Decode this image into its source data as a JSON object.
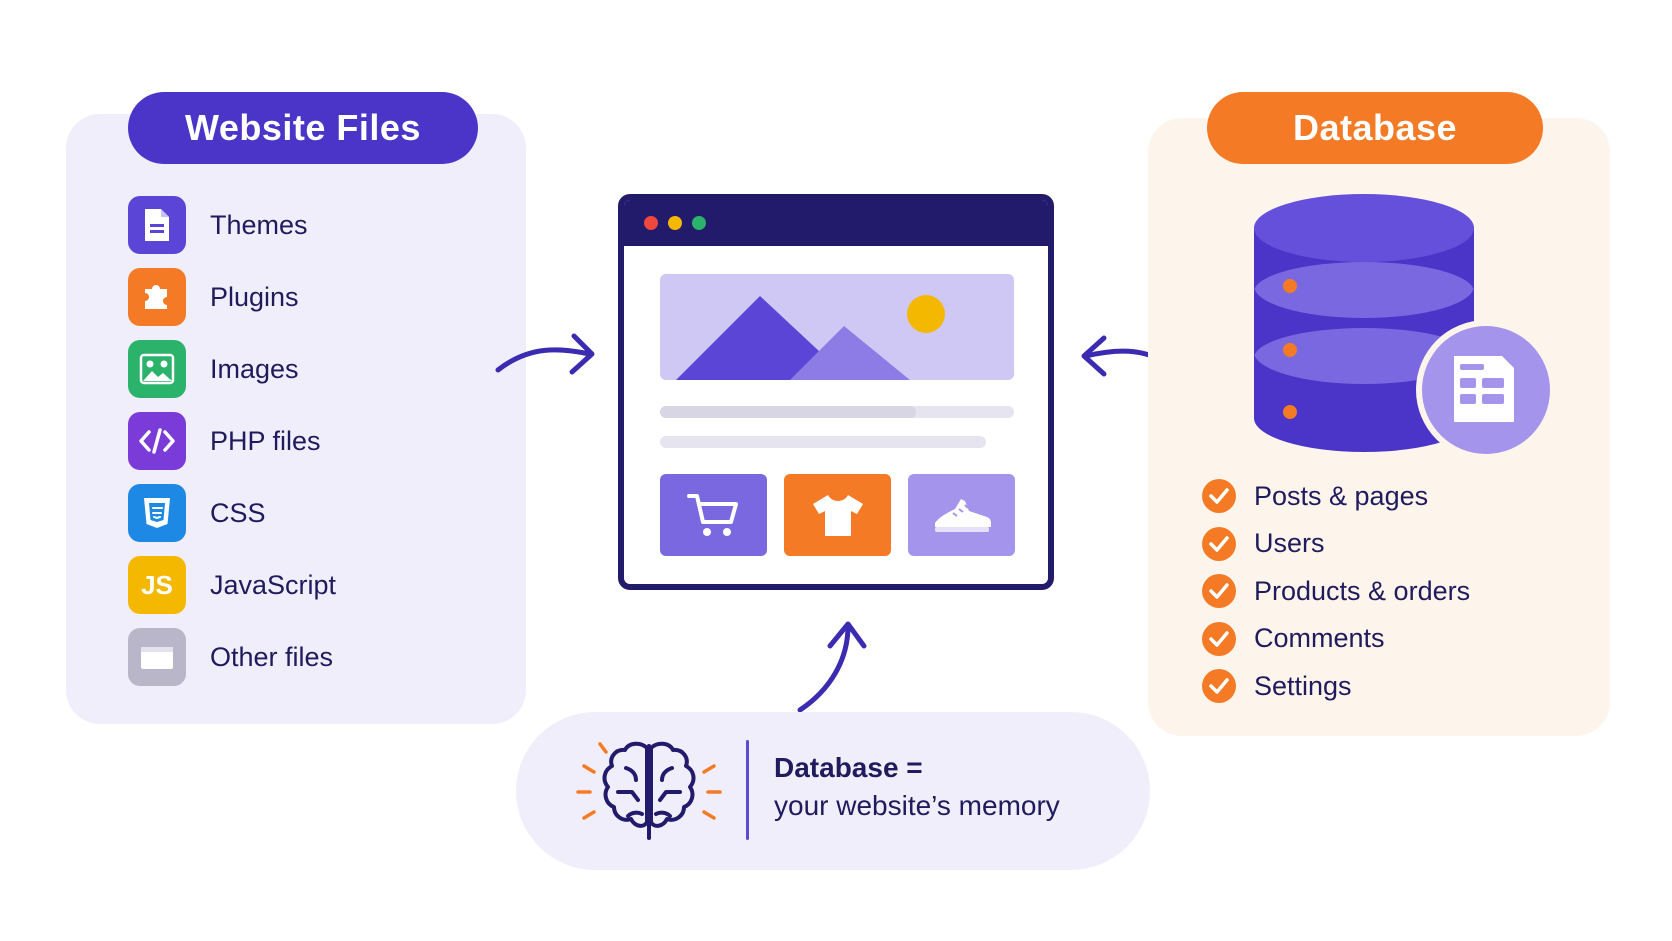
{
  "left_panel": {
    "title": "Website Files",
    "items": [
      {
        "label": "Themes",
        "icon": "document-icon",
        "color": "#5b45d6"
      },
      {
        "label": "Plugins",
        "icon": "puzzle-icon",
        "color": "#f47a26"
      },
      {
        "label": "Images",
        "icon": "image-icon",
        "color": "#2bb36b"
      },
      {
        "label": "PHP files",
        "icon": "code-icon",
        "color": "#7a3bd9"
      },
      {
        "label": "CSS",
        "icon": "css-shield-icon",
        "color": "#1e88e5"
      },
      {
        "label": "JavaScript",
        "icon": "js-icon",
        "color": "#f5b800",
        "glyph": "JS"
      },
      {
        "label": "Other files",
        "icon": "folder-icon",
        "color": "#b8b6c8"
      }
    ]
  },
  "right_panel": {
    "title": "Database",
    "items": [
      {
        "label": "Posts & pages"
      },
      {
        "label": "Users"
      },
      {
        "label": "Products & orders"
      },
      {
        "label": "Comments"
      },
      {
        "label": "Settings"
      }
    ]
  },
  "memory": {
    "title": "Database =",
    "subtitle": "your website’s memory"
  },
  "colors": {
    "purple": "#4a35c8",
    "orange": "#f47a26",
    "navy": "#221a6b"
  }
}
